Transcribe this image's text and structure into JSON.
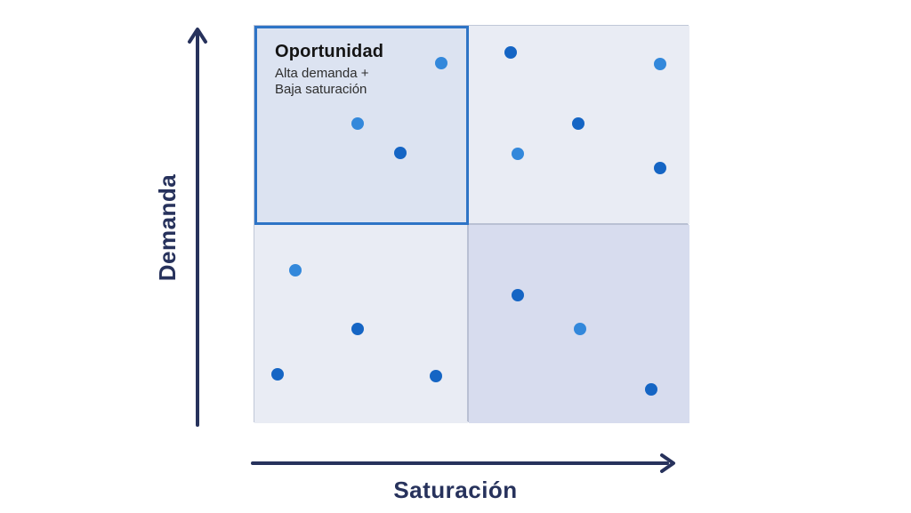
{
  "axes": {
    "color": "#27325c"
  },
  "chart_data": {
    "type": "scatter",
    "title": "",
    "xlabel": "Saturación",
    "ylabel": "Demanda",
    "xlim": [
      0,
      100
    ],
    "ylim": [
      0,
      100
    ],
    "grid": false,
    "legend": "none",
    "quadrants": [
      {
        "name": "top-left",
        "title": "Oportunidad",
        "subtitle_line1": "Alta demanda +",
        "subtitle_line2": "Baja saturación",
        "highlighted": true,
        "bg": "#dce3f1",
        "border_color": "#2e74c6"
      },
      {
        "name": "top-right",
        "bg": "#e9ecf4"
      },
      {
        "name": "bottom-left",
        "bg": "#e9ecf4"
      },
      {
        "name": "bottom-right",
        "bg": "#d7dcee"
      }
    ],
    "point_colors": {
      "light": "#3388db",
      "dark": "#1565c4"
    },
    "points": [
      {
        "x": 43.1,
        "y": 90.6,
        "shade": "light",
        "quadrant": "top-left"
      },
      {
        "x": 23.9,
        "y": 75.2,
        "shade": "light",
        "quadrant": "top-left"
      },
      {
        "x": 33.7,
        "y": 67.8,
        "shade": "dark",
        "quadrant": "top-left"
      },
      {
        "x": 59.1,
        "y": 93.3,
        "shade": "dark",
        "quadrant": "top-right"
      },
      {
        "x": 93.7,
        "y": 90.4,
        "shade": "light",
        "quadrant": "top-right"
      },
      {
        "x": 74.8,
        "y": 75.2,
        "shade": "dark",
        "quadrant": "top-right"
      },
      {
        "x": 60.7,
        "y": 67.6,
        "shade": "light",
        "quadrant": "top-right"
      },
      {
        "x": 93.7,
        "y": 64.0,
        "shade": "dark",
        "quadrant": "top-right"
      },
      {
        "x": 9.4,
        "y": 38.3,
        "shade": "light",
        "quadrant": "bottom-left"
      },
      {
        "x": 23.9,
        "y": 23.3,
        "shade": "dark",
        "quadrant": "bottom-left"
      },
      {
        "x": 5.3,
        "y": 11.9,
        "shade": "dark",
        "quadrant": "bottom-left"
      },
      {
        "x": 41.9,
        "y": 11.4,
        "shade": "dark",
        "quadrant": "bottom-left"
      },
      {
        "x": 60.7,
        "y": 32.0,
        "shade": "dark",
        "quadrant": "bottom-right"
      },
      {
        "x": 75.1,
        "y": 23.3,
        "shade": "light",
        "quadrant": "bottom-right"
      },
      {
        "x": 91.6,
        "y": 8.1,
        "shade": "dark",
        "quadrant": "bottom-right"
      }
    ]
  }
}
